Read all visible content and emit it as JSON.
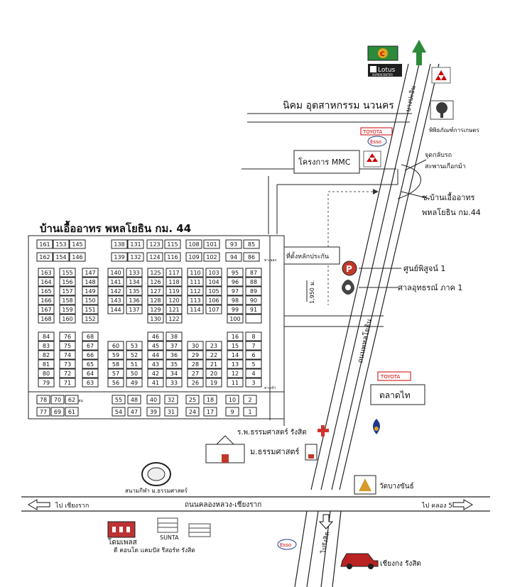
{
  "title": "บ้านเอื้ออาทร พหลโยธิน กม. 44",
  "labels": {
    "industrial_estate": "นิคม อุตสาหกรรม นวนคร",
    "mmc_project": "โครงการ MMC",
    "uturn": "จุดกลับรถ",
    "uturn_bridge": "สะพานเกือกม้า",
    "soi_line1": "ซ.บ้านเอื้ออาทร",
    "soi_line2": "พหลโยธิน กม.44",
    "guarantee_site": "ที่ตั้งหลักประกัน",
    "exhibit_center": "ศูนย์พิสูจน์ 1",
    "appeal_court": "ศาลอุทธรณ์ ภาค 1",
    "distance": "1,950 ม.",
    "road_phahon": "ถนนพหลโยธิน",
    "to_bangpaain": "บางปะอิน",
    "museum": "พิพิธภัณฑ์การเกษตร",
    "talad_thai": "ตลาดไท",
    "toyota_top": "TOYOTA",
    "toyota_right": "TOYOTA",
    "esso_top": "Esso",
    "esso_bottom": "Esso",
    "lotus_line1": "Lotus",
    "lotus_line2": "SUPERCENTER",
    "hospital": "ร.พ.ธรรมศาสตร์ รังสิต",
    "university": "ม.ธรรมศาสตร์",
    "stadium": "สนามกีฬา ม.ธรรมศาสตร์",
    "temple": "วัดบางขันธ์",
    "road_khlongluang": "ถนนคลองหลวง-เชียงราก",
    "to_chiangrak": "ไป เชียงราก",
    "to_khlong5": "ไป คลอง 5",
    "to_rangsit": "ไปรังสิต",
    "dome_place": "โดมเพลส",
    "sunta": "SUNTA",
    "condo": "ดี คอนโด แคมปัส รีสอร์ท รังสิต",
    "chiangkong": "เชียงกง รังสิต",
    "tag_thangloo": "ทางออก",
    "tag_thangkhao": "ทางเข้า",
    "tag_sanam": "สนามเด็กเล่น",
    "parking": "P"
  },
  "plots": {
    "row_top1": [
      "161",
      "153",
      "145",
      "138",
      "131",
      "123",
      "115",
      "108",
      "101",
      "93",
      "85"
    ],
    "row_top2": [
      "162",
      "154",
      "146",
      "139",
      "132",
      "124",
      "116",
      "109",
      "102",
      "94",
      "86"
    ],
    "col1": [
      "163",
      "164",
      "165",
      "166",
      "167",
      "168",
      "84",
      "83",
      "82",
      "81",
      "80",
      "79"
    ],
    "col2": [
      "155",
      "156",
      "157",
      "158",
      "159",
      "160",
      "76",
      "75",
      "74",
      "73",
      "72",
      "71"
    ],
    "col3": [
      "147",
      "148",
      "149",
      "150",
      "151",
      "152",
      "68",
      "67",
      "66",
      "65",
      "64",
      "63"
    ],
    "b2a": [
      "140",
      "141",
      "142",
      "143",
      "144"
    ],
    "b2b": [
      "133",
      "134",
      "135",
      "136",
      "137"
    ],
    "b2c": [
      "60",
      "59",
      "58",
      "57",
      "56"
    ],
    "b2d": [
      "53",
      "52",
      "51",
      "50",
      "49"
    ],
    "b3a": [
      "125",
      "126",
      "127",
      "128",
      "129",
      "130",
      "46",
      "45",
      "44",
      "43",
      "42",
      "41"
    ],
    "b3b": [
      "117",
      "118",
      "119",
      "120",
      "121",
      "122",
      "38",
      "37",
      "36",
      "35",
      "34",
      "33"
    ],
    "b4a": [
      "110",
      "111",
      "112",
      "113",
      "114"
    ],
    "b4b": [
      "103",
      "104",
      "105",
      "106",
      "107"
    ],
    "b4c": [
      "30",
      "29",
      "28",
      "27",
      "26"
    ],
    "b4d": [
      "23",
      "22",
      "21",
      "20",
      "19"
    ],
    "b5a": [
      "95",
      "96",
      "97",
      "98",
      "99",
      "100",
      "16",
      "15",
      "14",
      "13",
      "12",
      "11"
    ],
    "b5b": [
      "87",
      "88",
      "89",
      "90",
      "91",
      "",
      "8",
      "7",
      "6",
      "5",
      "4",
      "3"
    ],
    "row_bot1": [
      "78",
      "70",
      "62",
      "55",
      "48",
      "40",
      "32",
      "25",
      "18",
      "10",
      "2"
    ],
    "row_bot2": [
      "77",
      "69",
      "61",
      "54",
      "47",
      "39",
      "31",
      "24",
      "17",
      "9",
      "1"
    ]
  }
}
